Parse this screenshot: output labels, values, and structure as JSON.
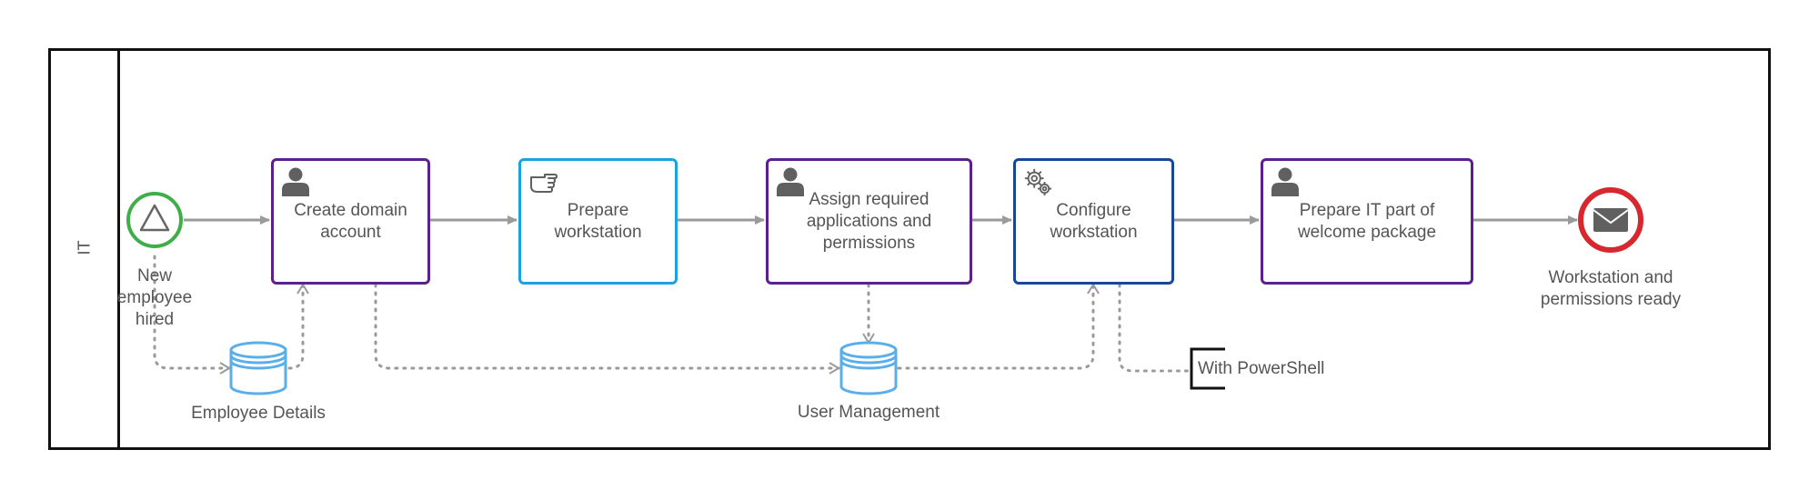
{
  "lane": {
    "label": "IT"
  },
  "colors": {
    "purple": "#5b1f8e",
    "light_blue": "#1aa3e0",
    "dark_blue": "#17469a",
    "start_green": "#3fae49",
    "end_red": "#d6282e",
    "flow_gray": "#9a9a9a",
    "store_blue": "#5aafea",
    "text": "#555555"
  },
  "start_event": {
    "label": "New\nemployee\nhired",
    "icon": "triangle-icon"
  },
  "tasks": [
    {
      "label": "Create domain\naccount",
      "icon": "user-icon"
    },
    {
      "label": "Prepare\nworkstation",
      "icon": "hand-icon"
    },
    {
      "label": "Assign required\napplications and\npermissions",
      "icon": "user-icon"
    },
    {
      "label": "Configure\nworkstation",
      "icon": "gear-icon"
    },
    {
      "label": "Prepare IT part of\nwelcome package",
      "icon": "user-icon"
    }
  ],
  "end_event": {
    "label": "Workstation and\npermissions ready",
    "icon": "envelope-icon"
  },
  "data_stores": [
    {
      "label": "Employee Details"
    },
    {
      "label": "User Management"
    }
  ],
  "annotation": {
    "text": "With PowerShell"
  }
}
